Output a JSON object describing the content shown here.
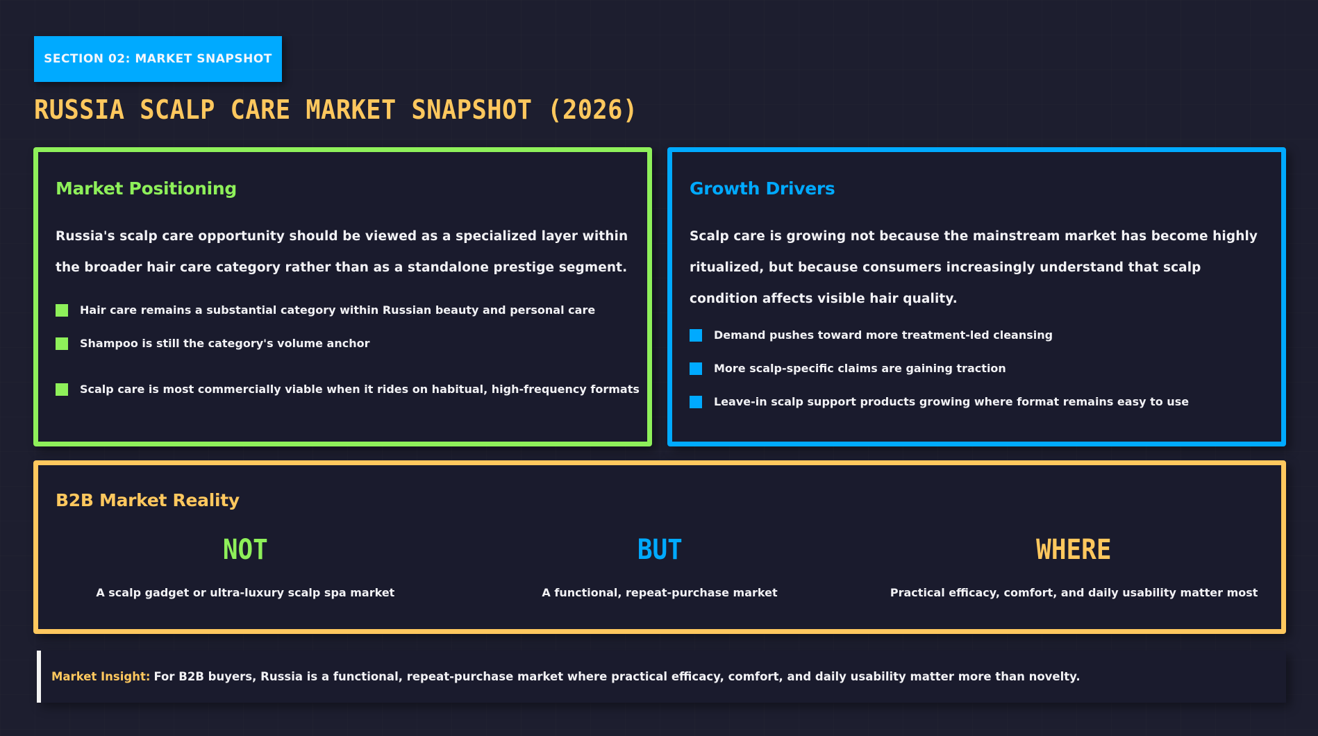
{
  "header": {
    "section_badge": "SECTION 02: MARKET SNAPSHOT",
    "title": "RUSSIA SCALP CARE MARKET SNAPSHOT (2026)"
  },
  "colors": {
    "background": "#1d1e2f",
    "green": "#8ef05a",
    "blue": "#00aaff",
    "yellow": "#ffc85e",
    "text": "#f2f2f5"
  },
  "market_positioning": {
    "heading": "Market Positioning",
    "lead": "Russia's scalp care opportunity should be viewed as a specialized layer within the broader hair care category rather than as a standalone prestige segment.",
    "bullets": [
      "Hair care remains a substantial category within Russian beauty and personal care",
      "Shampoo is still the category's volume anchor",
      "Scalp care is most commercially viable when it rides on habitual, high-frequency formats"
    ]
  },
  "growth_drivers": {
    "heading": "Growth Drivers",
    "lead": "Scalp care is growing not because the mainstream market has become highly ritualized, but because consumers increasingly understand that scalp condition affects visible hair quality.",
    "bullets": [
      "Demand pushes toward more treatment-led cleansing",
      "More scalp-specific claims are gaining traction",
      "Leave-in scalp support products growing where format remains easy to use"
    ]
  },
  "b2b_reality": {
    "heading": "B2B Market Reality",
    "columns": [
      {
        "keyword": "NOT",
        "description": "A scalp gadget or ultra-luxury scalp spa market"
      },
      {
        "keyword": "BUT",
        "description": "A functional, repeat-purchase market"
      },
      {
        "keyword": "WHERE",
        "description": "Practical efficacy, comfort, and daily usability matter most"
      }
    ]
  },
  "insight": {
    "label": "Market Insight:",
    "text": "For B2B buyers, Russia is a functional, repeat-purchase market where practical efficacy, comfort, and daily usability matter more than novelty."
  }
}
